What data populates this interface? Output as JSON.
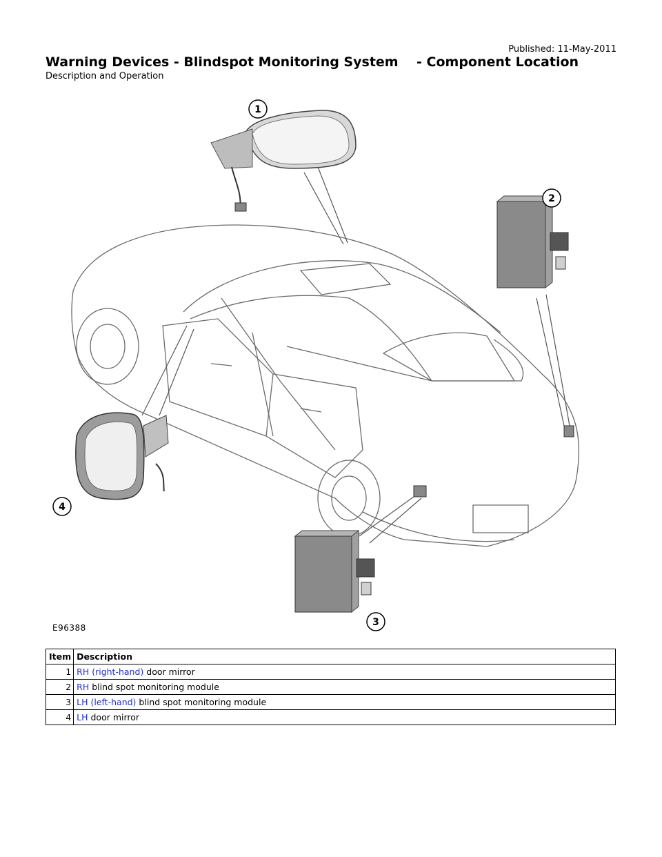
{
  "header": {
    "published": "Published: 11-May-2011",
    "title": "Warning Devices - Blindspot Monitoring System    - Component Location",
    "subtitle": "Description and Operation"
  },
  "figure": {
    "code": "E96388",
    "callouts": [
      "1",
      "2",
      "3",
      "4"
    ]
  },
  "table": {
    "headers": {
      "item": "Item",
      "description": "Description"
    },
    "rows": [
      {
        "item": "1",
        "abbr": "RH (right-hand)",
        "text": " door mirror"
      },
      {
        "item": "2",
        "abbr": "RH",
        "text": " blind spot monitoring module"
      },
      {
        "item": "3",
        "abbr": "LH (left-hand)",
        "text": " blind spot monitoring module"
      },
      {
        "item": "4",
        "abbr": "LH",
        "text": " door mirror"
      }
    ]
  },
  "colors": {
    "link": "#1f2fd1",
    "module": "#8a8a8a",
    "line": "#555555"
  }
}
